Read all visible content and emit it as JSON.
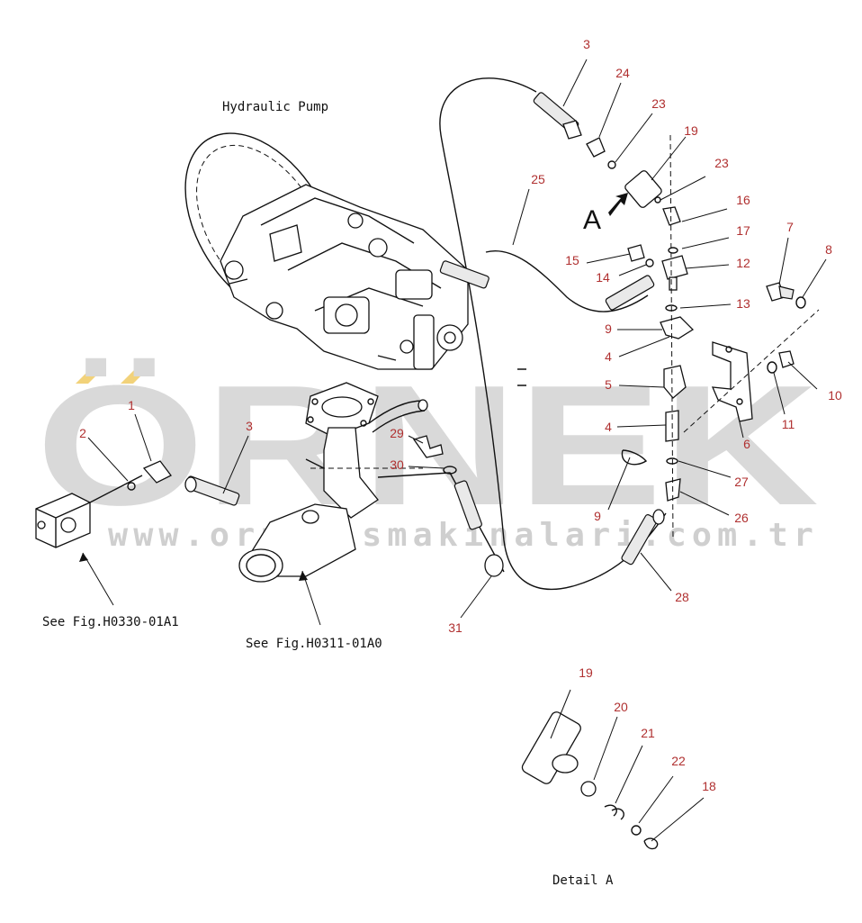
{
  "watermark": {
    "brand": "ÖRNEK",
    "site": "www.ornekismakinalari.com.tr",
    "accent_color": "#f2d27a"
  },
  "captions": {
    "pump": "Hydraulic Pump",
    "fig_left": "See Fig.H0330-01A1",
    "fig_mid": "See Fig.H0311-01A0",
    "detail": "Detail A",
    "view_letter": "A"
  },
  "callouts": [
    "3",
    "24",
    "23",
    "19",
    "23",
    "25",
    "16",
    "17",
    "15",
    "12",
    "14",
    "7",
    "8",
    "13",
    "9",
    "4",
    "5",
    "4",
    "10",
    "11",
    "6",
    "1",
    "2",
    "3",
    "29",
    "30",
    "27",
    "26",
    "9",
    "28",
    "31",
    "19",
    "20",
    "21",
    "22",
    "18"
  ],
  "colors": {
    "callout": "#b03030",
    "line": "#111111",
    "watermark": "#d9d9d9"
  }
}
